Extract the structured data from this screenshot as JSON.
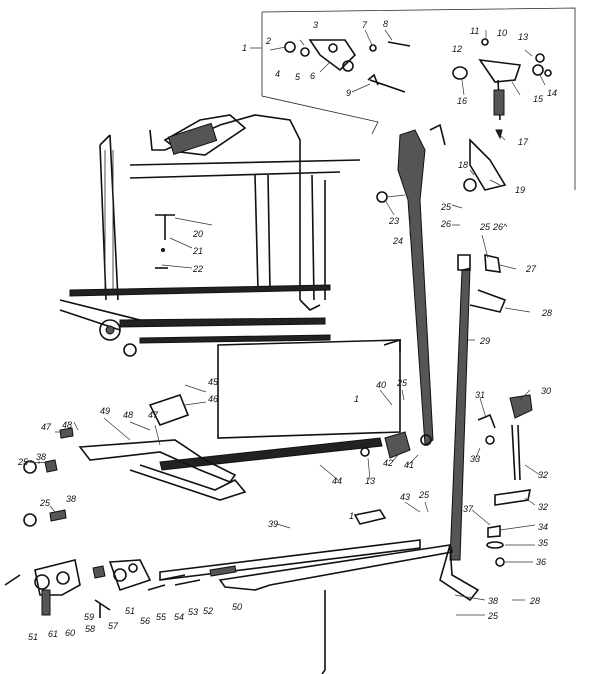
{
  "diagram": {
    "callouts": [
      {
        "id": "c1",
        "text": "1"
      },
      {
        "id": "c2",
        "text": "2"
      },
      {
        "id": "c3",
        "text": "3"
      },
      {
        "id": "c4",
        "text": "4"
      },
      {
        "id": "c5",
        "text": "5"
      },
      {
        "id": "c6",
        "text": "6"
      },
      {
        "id": "c7",
        "text": "7"
      },
      {
        "id": "c8",
        "text": "8"
      },
      {
        "id": "c9",
        "text": "9"
      },
      {
        "id": "c10",
        "text": "10"
      },
      {
        "id": "c11",
        "text": "11"
      },
      {
        "id": "c12",
        "text": "12"
      },
      {
        "id": "c13",
        "text": "13"
      },
      {
        "id": "c14",
        "text": "14"
      },
      {
        "id": "c15",
        "text": "15"
      },
      {
        "id": "c16",
        "text": "16"
      },
      {
        "id": "c17",
        "text": "17"
      },
      {
        "id": "c18",
        "text": "18"
      },
      {
        "id": "c19",
        "text": "19"
      },
      {
        "id": "c20",
        "text": "20"
      },
      {
        "id": "c21",
        "text": "21"
      },
      {
        "id": "c22",
        "text": "22"
      },
      {
        "id": "c23",
        "text": "23"
      },
      {
        "id": "c24",
        "text": "24"
      },
      {
        "id": "c25a",
        "text": "25"
      },
      {
        "id": "c26a",
        "text": "26"
      },
      {
        "id": "c25b",
        "text": "25"
      },
      {
        "id": "c26b",
        "text": "26^"
      },
      {
        "id": "c27",
        "text": "27"
      },
      {
        "id": "c28a",
        "text": "28"
      },
      {
        "id": "c29",
        "text": "29"
      },
      {
        "id": "c30",
        "text": "30"
      },
      {
        "id": "c31",
        "text": "31"
      },
      {
        "id": "c32a",
        "text": "32"
      },
      {
        "id": "c32b",
        "text": "32"
      },
      {
        "id": "c33",
        "text": "33"
      },
      {
        "id": "c34",
        "text": "34"
      },
      {
        "id": "c35",
        "text": "35"
      },
      {
        "id": "c36",
        "text": "36"
      },
      {
        "id": "c37",
        "text": "37"
      },
      {
        "id": "c38a",
        "text": "38"
      },
      {
        "id": "c28b",
        "text": "28"
      },
      {
        "id": "c25c",
        "text": "25"
      },
      {
        "id": "c39",
        "text": "39"
      },
      {
        "id": "c40",
        "text": "40"
      },
      {
        "id": "c25d",
        "text": "25"
      },
      {
        "id": "c41",
        "text": "41"
      },
      {
        "id": "c42",
        "text": "42"
      },
      {
        "id": "c43",
        "text": "43"
      },
      {
        "id": "c25e",
        "text": "25"
      },
      {
        "id": "c44",
        "text": "44"
      },
      {
        "id": "c13b",
        "text": "13"
      },
      {
        "id": "c45",
        "text": "45"
      },
      {
        "id": "c46a",
        "text": "46"
      },
      {
        "id": "c47a",
        "text": "47"
      },
      {
        "id": "c48a",
        "text": "48"
      },
      {
        "id": "c49",
        "text": "49"
      },
      {
        "id": "c47b",
        "text": "47"
      },
      {
        "id": "c48b",
        "text": "48"
      },
      {
        "id": "c25f",
        "text": "25"
      },
      {
        "id": "c38b",
        "text": "38"
      },
      {
        "id": "c38c",
        "text": "38"
      },
      {
        "id": "c25g",
        "text": "25"
      },
      {
        "id": "c1b",
        "text": "1"
      },
      {
        "id": "c1c",
        "text": "1"
      },
      {
        "id": "c50",
        "text": "50"
      },
      {
        "id": "c51a",
        "text": "51"
      },
      {
        "id": "c52",
        "text": "52"
      },
      {
        "id": "c53",
        "text": "53"
      },
      {
        "id": "c54",
        "text": "54"
      },
      {
        "id": "c55",
        "text": "55"
      },
      {
        "id": "c56",
        "text": "56"
      },
      {
        "id": "c57",
        "text": "57"
      },
      {
        "id": "c58",
        "text": "58"
      },
      {
        "id": "c59",
        "text": "59"
      },
      {
        "id": "c60",
        "text": "60"
      },
      {
        "id": "c61",
        "text": "61"
      },
      {
        "id": "c51b",
        "text": "51"
      }
    ]
  }
}
